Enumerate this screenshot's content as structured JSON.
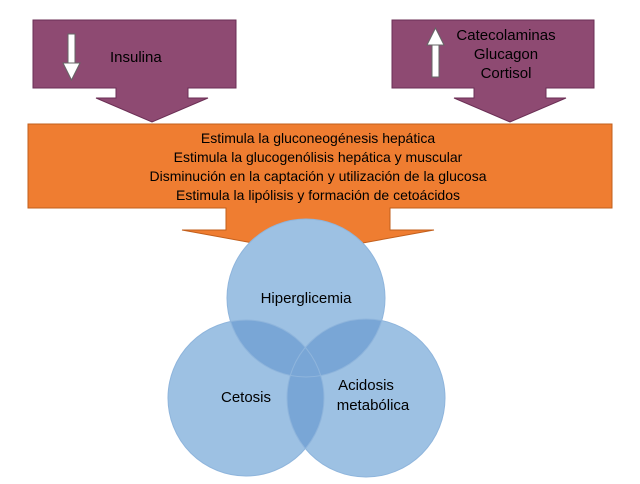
{
  "diagram": {
    "left_box": {
      "label": "Insulina",
      "arrow": "down-arrow-icon"
    },
    "right_box": {
      "lines": [
        "Catecolaminas",
        "Glucagon",
        "Cortisol"
      ],
      "arrow": "up-arrow-icon"
    },
    "effects_box": {
      "lines": [
        "Estimula la gluconeogénesis hepática",
        "Estimula la glucogenólisis hepática y muscular",
        "Disminución en la captación y utilización de la glucosa",
        "Estimula la lipólisis y formación de cetoácidos"
      ]
    },
    "venn": {
      "top": "Hiperglicemia",
      "left": "Cetosis",
      "right_lines": [
        "Acidosis",
        "metabólica"
      ]
    },
    "colors": {
      "hormone_box": "#8e4a72",
      "effects_box": "#ef7d31",
      "circle": "#9dc1e3",
      "overlap": "#79a6d6"
    }
  }
}
